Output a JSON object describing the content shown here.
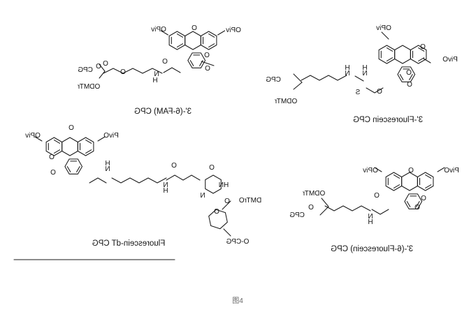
{
  "figure": {
    "caption": "图4",
    "structures": [
      {
        "name": "3'-(6-FAM) CPG",
        "atoms": [
          "OPiv",
          "O",
          "OPiv",
          "O",
          "O",
          "N",
          "H",
          "O",
          "O",
          "CPG",
          "O",
          "ODMTr",
          "O"
        ]
      },
      {
        "name": "3'-Fluorescein CPG",
        "atoms": [
          "OPiv",
          "O",
          "PivO",
          "O",
          "O",
          "N",
          "H",
          "N",
          "H",
          "S",
          "O",
          "CPG",
          "ODMTr"
        ]
      },
      {
        "name": "Fluorescein-dT CPG",
        "atoms": [
          "OPiv",
          "O",
          "PivO",
          "O",
          "O",
          "N",
          "H",
          "N",
          "H",
          "O",
          "O",
          "HN",
          "N",
          "O",
          "O",
          "DMTrO",
          "O-CPG"
        ]
      },
      {
        "name": "3'-(6-Fluorescein) CPG",
        "atoms": [
          "OPiv",
          "O",
          "PivO",
          "O",
          "O",
          "N",
          "H",
          "O",
          "ODMTr",
          "O",
          "CPG"
        ]
      }
    ]
  }
}
